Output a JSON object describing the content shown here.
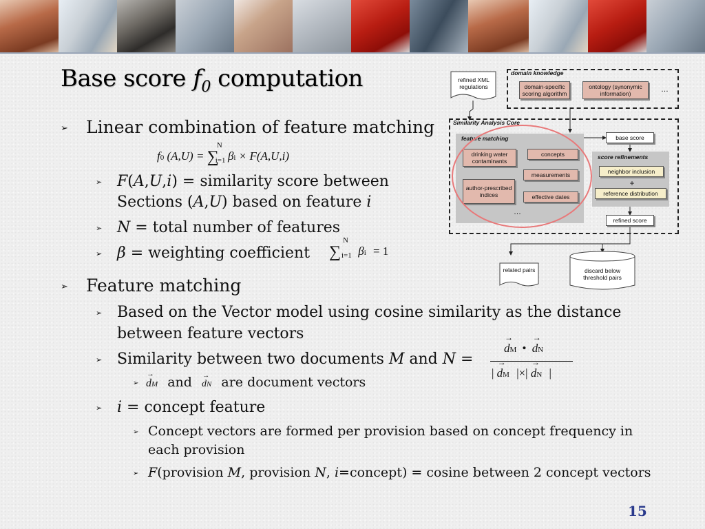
{
  "title": {
    "pre": "Base score ",
    "f": "f",
    "sub": "0",
    "post": " computation"
  },
  "bullets": {
    "linear": "Linear combination of feature matching",
    "f_func": "F",
    "f_args_open": "(",
    "f_a": "A",
    "f_comma1": ",",
    "f_u": "U",
    "f_comma2": ",",
    "f_i": "i",
    "f_close": ") = similarity score between",
    "sections_pre": "Sections (",
    "sections_a": "A",
    "sections_comma": ",",
    "sections_u": "U",
    "sections_post": ") based on feature ",
    "sections_i": "i",
    "n_var": "N",
    "n_text": " = total number of features",
    "beta_var": "β",
    "beta_text": " = weighting coefficient",
    "feature_matching": "Feature matching",
    "vector1": "Based on the Vector model using cosine similarity as the distance",
    "vector2": "between feature vectors",
    "sim_pre": "Similarity between two documents ",
    "sim_m": "M",
    "sim_and": " and ",
    "sim_n": "N",
    "sim_eq": " =",
    "docvec_and": "and",
    "docvec_text": "are document vectors",
    "concept_i": "i",
    "concept_text": " = concept feature",
    "cv1": "Concept vectors are formed per provision based on concept frequency in",
    "cv2": "each provision",
    "fprov_f": "F",
    "fprov_1": "(provision ",
    "fprov_m": "M",
    "fprov_2": ", provision ",
    "fprov_n": "N",
    "fprov_3": ", ",
    "fprov_i": "i",
    "fprov_4": "=concept) = cosine between 2 concept vectors"
  },
  "formulas": {
    "main_lhs": "f",
    "main_lhs_sub": "0",
    "main_args": "(A,U) = ",
    "sum": "∑",
    "sum_top": "N",
    "sum_bottom": "i=1",
    "beta": "β",
    "beta_sub": "i",
    "main_rhs": " × F(A,U,i)",
    "beta_sum_rhs": "= 1",
    "cos_num_dm": "d",
    "cos_num_m": "M",
    "cos_dot": "•",
    "cos_num_dn": "d",
    "cos_num_n": "N",
    "cos_den_bar1": "|",
    "cos_den_times": "|×|",
    "cos_den_bar2": "|",
    "vec_d": "d",
    "vec_m": "M",
    "vec_n": "N"
  },
  "diagram": {
    "domain_knowledge": "domain knowledge",
    "refined_xml": "refined XML regulations",
    "domain_specific": "domain-specific scoring algorithm",
    "ontology": "ontology (synonymic information)",
    "dk_ellipsis": "…",
    "core": "Similarity Analysis Core",
    "feature_matching": "feature matching",
    "drinking_water": "drinking water contaminants",
    "concepts": "concepts",
    "measurements": "measurements",
    "author_indices": "author-prescribed indices",
    "effective_dates": "effective dates",
    "fm_ellipsis": "…",
    "base_score": "base score",
    "score_refinements": "score refinements",
    "neighbor_inclusion": "neighbor inclusion",
    "plus": "+",
    "reference_distribution": "reference distribution",
    "refined_score": "refined score",
    "related_pairs": "related pairs",
    "discard": "discard below threshold pairs"
  },
  "page_number": "15",
  "colors": {
    "page_number": "#2a3a8c",
    "highlight_ellipse": "#e8797a",
    "tan_box": "#e2b9ad",
    "cream_box": "#f6eeca"
  }
}
